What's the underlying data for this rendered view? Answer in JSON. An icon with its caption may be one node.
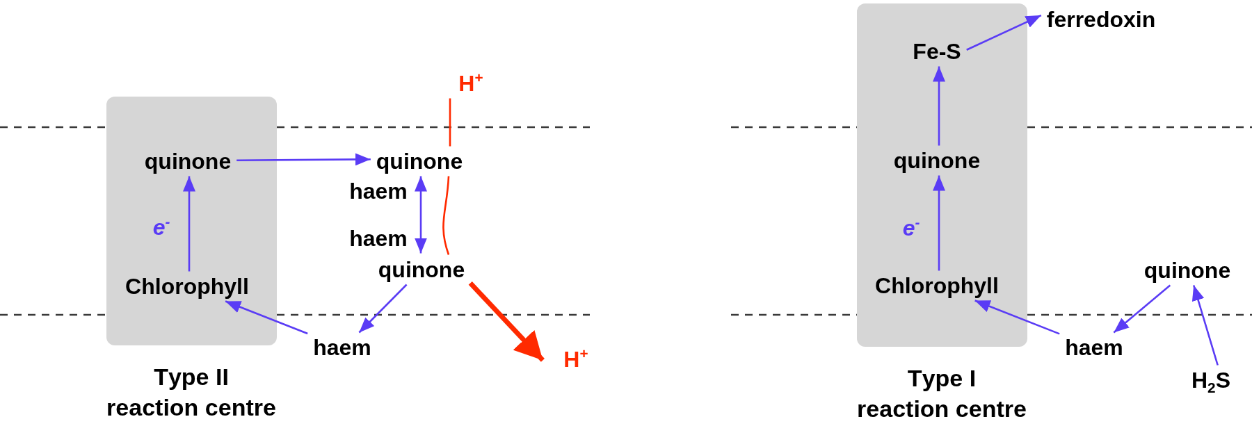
{
  "diagram": {
    "nodes": [
      {
        "text": [
          "Type II reaction centre"
        ]
      },
      {
        "text": [
          "quinone"
        ],
        "in": 0
      },
      {
        "text": [
          "Chlorophyll"
        ],
        "in": 0
      },
      {
        "text": [
          "quinone"
        ]
      },
      {
        "text": [
          "haem"
        ]
      },
      {
        "text": [
          "haem"
        ]
      },
      {
        "text": [
          "quinone"
        ]
      },
      {
        "text": [
          "haem"
        ]
      },
      {
        "text": [
          "H$^{+}$"
        ]
      },
      {
        "text": [
          "H$^{+}$"
        ]
      },
      {
        "text": [
          "Type I reaction centre"
        ]
      },
      {
        "text": [
          "Fe-S"
        ],
        "in": 10
      },
      {
        "text": [
          "quinone"
        ],
        "in": 10
      },
      {
        "text": [
          "Chlorophyll"
        ],
        "in": 10
      },
      {
        "text": [
          "ferredoxin"
        ]
      },
      {
        "text": [
          "quinone"
        ]
      },
      {
        "text": [
          "haem"
        ]
      },
      {
        "text": [
          "H$_{2}$S"
        ]
      }
    ],
    "edges": [
      {
        "from": 2,
        "to": 1,
        "arrow": "to",
        "label": "e$^{-}$"
      },
      {
        "from": 1,
        "to": 3,
        "arrow": "to"
      },
      {
        "from": 4,
        "to": 5,
        "arrow": "both"
      },
      {
        "from": 6,
        "to": 7,
        "arrow": "to"
      },
      {
        "from": 7,
        "to": 2,
        "arrow": "to"
      },
      {
        "from": 8,
        "to": 3,
        "arrow": "none",
        "color": "#ff2a00"
      },
      {
        "from": 3,
        "to": 6,
        "arrow": "none",
        "color": "#ff2a00"
      },
      {
        "from": 6,
        "to": 9,
        "arrow": "to",
        "style": "thick",
        "color": "#ff2a00"
      },
      {
        "from": 13,
        "to": 12,
        "arrow": "to",
        "label": "e$^{-}$"
      },
      {
        "from": 12,
        "to": 11,
        "arrow": "to"
      },
      {
        "from": 11,
        "to": 14,
        "arrow": "to"
      },
      {
        "from": 16,
        "to": 13,
        "arrow": "to"
      },
      {
        "from": 15,
        "to": 16,
        "arrow": "to"
      },
      {
        "from": 17,
        "to": 15,
        "arrow": "to"
      }
    ]
  }
}
